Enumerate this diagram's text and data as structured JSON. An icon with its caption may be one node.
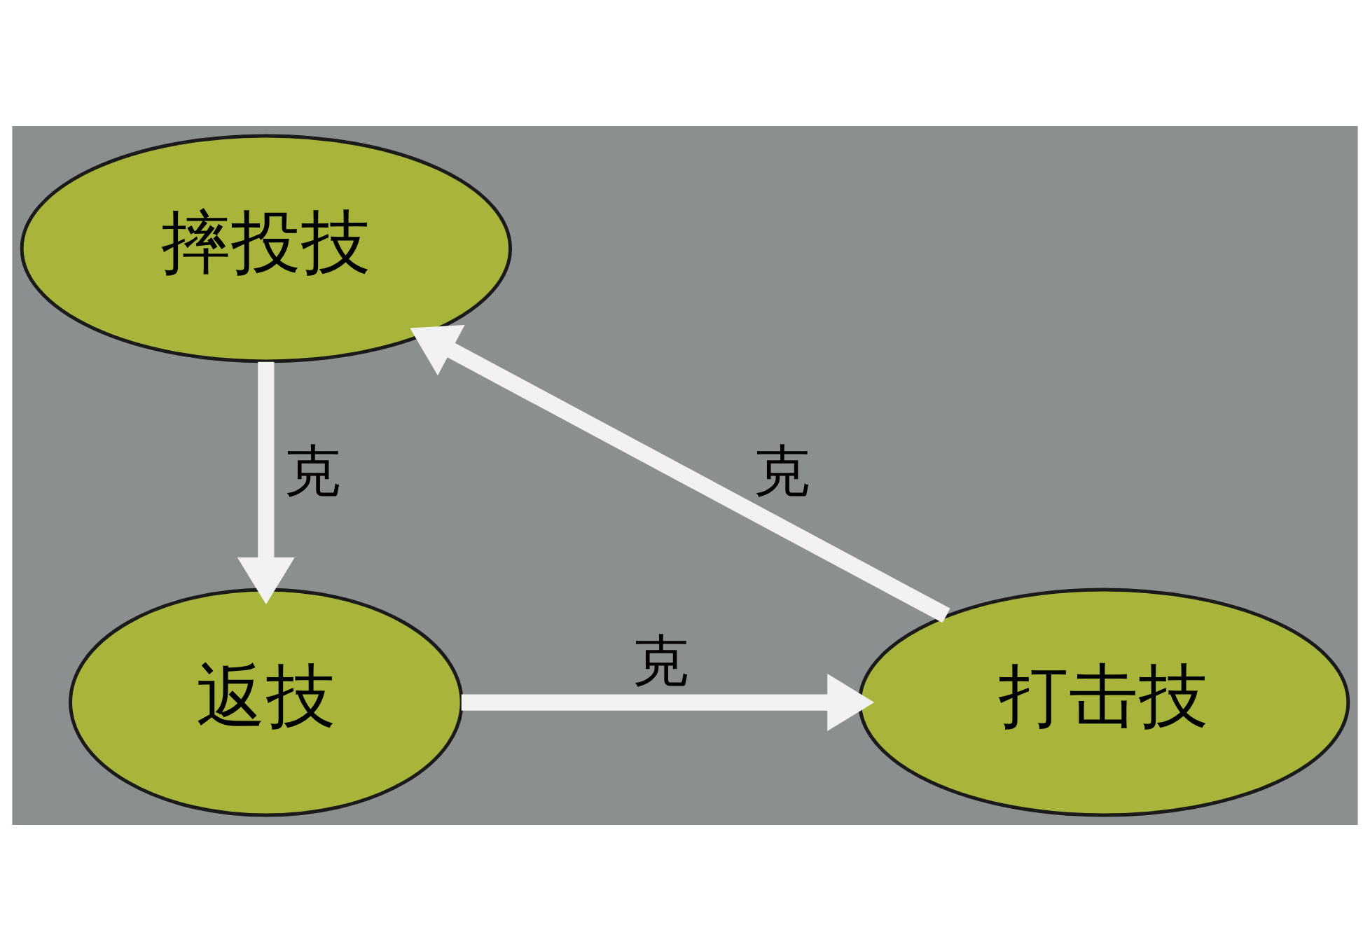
{
  "diagram": {
    "nodes": [
      {
        "text": [
          "摔投技"
        ]
      },
      {
        "text": [
          "返技"
        ]
      },
      {
        "text": [
          "打击技"
        ]
      }
    ],
    "edges": [
      {
        "from": 0,
        "to": 1,
        "arrow": "to",
        "label": "克"
      },
      {
        "from": 1,
        "to": 2,
        "arrow": "to",
        "label": "克"
      },
      {
        "from": 2,
        "to": 0,
        "arrow": "to",
        "label": "克"
      }
    ]
  }
}
